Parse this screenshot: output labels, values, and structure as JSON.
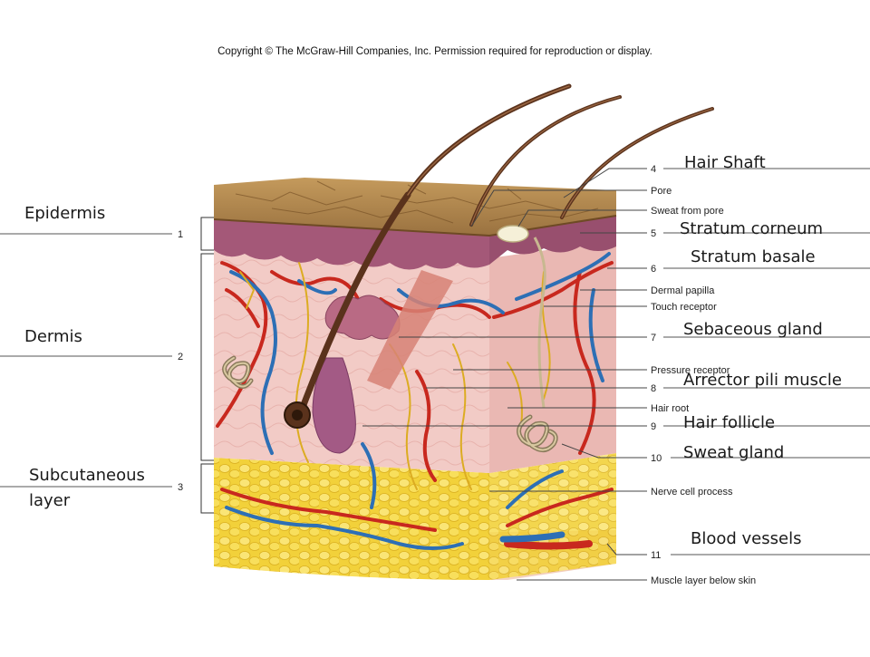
{
  "copyright": "Copyright © The McGraw-Hill Companies, Inc. Permission required for reproduction or display.",
  "left_labels": {
    "epidermis": "Epidermis",
    "dermis": "Dermis",
    "subcutaneous_line1": "Subcutaneous",
    "subcutaneous_line2": "layer"
  },
  "right_labels": {
    "hair_shaft": "Hair Shaft",
    "stratum_corneum": "Stratum corneum",
    "stratum_basale": "Stratum basale",
    "sebaceous_gland": "Sebaceous gland",
    "arrector_pili_muscle": "Arrector pili muscle",
    "hair_follicle": "Hair follicle",
    "sweat_gland": "Sweat gland",
    "blood_vessels": "Blood vessels"
  },
  "small_labels": {
    "pore": "Pore",
    "sweat_from_pore": "Sweat from pore",
    "dermal_papilla": "Dermal papilla",
    "touch_receptor": "Touch receptor",
    "pressure_receptor": "Pressure receptor",
    "hair_root": "Hair root",
    "nerve_cell_process": "Nerve cell process",
    "muscle_layer": "Muscle layer below skin"
  },
  "numbers": {
    "n1": "1",
    "n2": "2",
    "n3": "3",
    "n4": "4",
    "n5": "5",
    "n6": "6",
    "n7": "7",
    "n8": "8",
    "n9": "9",
    "n10": "10",
    "n11": "11"
  },
  "colors": {
    "surface": "#a9814a",
    "epidermis": "#a85a78",
    "dermis": "#f0c6c2",
    "fat": "#f5d640",
    "artery": "#c8281e",
    "vein": "#2d6fb5",
    "nerve": "#e0b020",
    "muscle": "#e9b49c"
  }
}
